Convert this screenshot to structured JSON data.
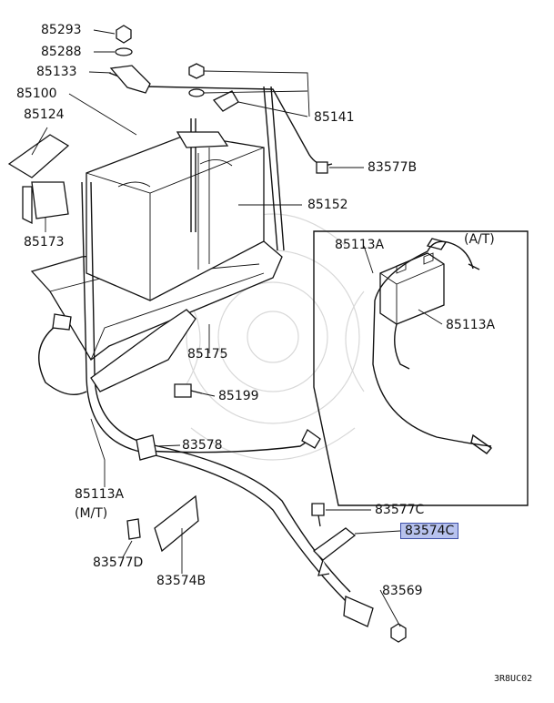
{
  "diagram_code": "3R8UC02",
  "callouts": [
    {
      "id": "85293",
      "label": "85293",
      "highlighted": false
    },
    {
      "id": "85288",
      "label": "85288",
      "highlighted": false
    },
    {
      "id": "85133",
      "label": "85133",
      "highlighted": false
    },
    {
      "id": "85100",
      "label": "85100",
      "highlighted": false
    },
    {
      "id": "85124",
      "label": "85124",
      "highlighted": false
    },
    {
      "id": "85173",
      "label": "85173",
      "highlighted": false
    },
    {
      "id": "85141",
      "label": "85141",
      "highlighted": false
    },
    {
      "id": "83577B",
      "label": "83577B",
      "highlighted": false
    },
    {
      "id": "85152",
      "label": "85152",
      "highlighted": false
    },
    {
      "id": "85113A-at-top",
      "label": "85113A",
      "highlighted": false
    },
    {
      "id": "85113A-at-right",
      "label": "85113A",
      "highlighted": false
    },
    {
      "id": "at-variant",
      "label": "(A/T)",
      "highlighted": false
    },
    {
      "id": "85175",
      "label": "85175",
      "highlighted": false
    },
    {
      "id": "85199",
      "label": "85199",
      "highlighted": false
    },
    {
      "id": "83578",
      "label": "83578",
      "highlighted": false
    },
    {
      "id": "85113A-mt",
      "label": "85113A",
      "highlighted": false
    },
    {
      "id": "mt-variant",
      "label": "(M/T)",
      "highlighted": false
    },
    {
      "id": "83577C",
      "label": "83577C",
      "highlighted": false
    },
    {
      "id": "83574C",
      "label": "83574C",
      "highlighted": true
    },
    {
      "id": "83577D",
      "label": "83577D",
      "highlighted": false
    },
    {
      "id": "83574B",
      "label": "83574B",
      "highlighted": false
    },
    {
      "id": "83569",
      "label": "83569",
      "highlighted": false
    }
  ],
  "colors": {
    "line": "#111111",
    "highlight_fill": "#b7c2ee",
    "highlight_border": "#3d4fa8",
    "watermark": "#d8d8d8"
  }
}
